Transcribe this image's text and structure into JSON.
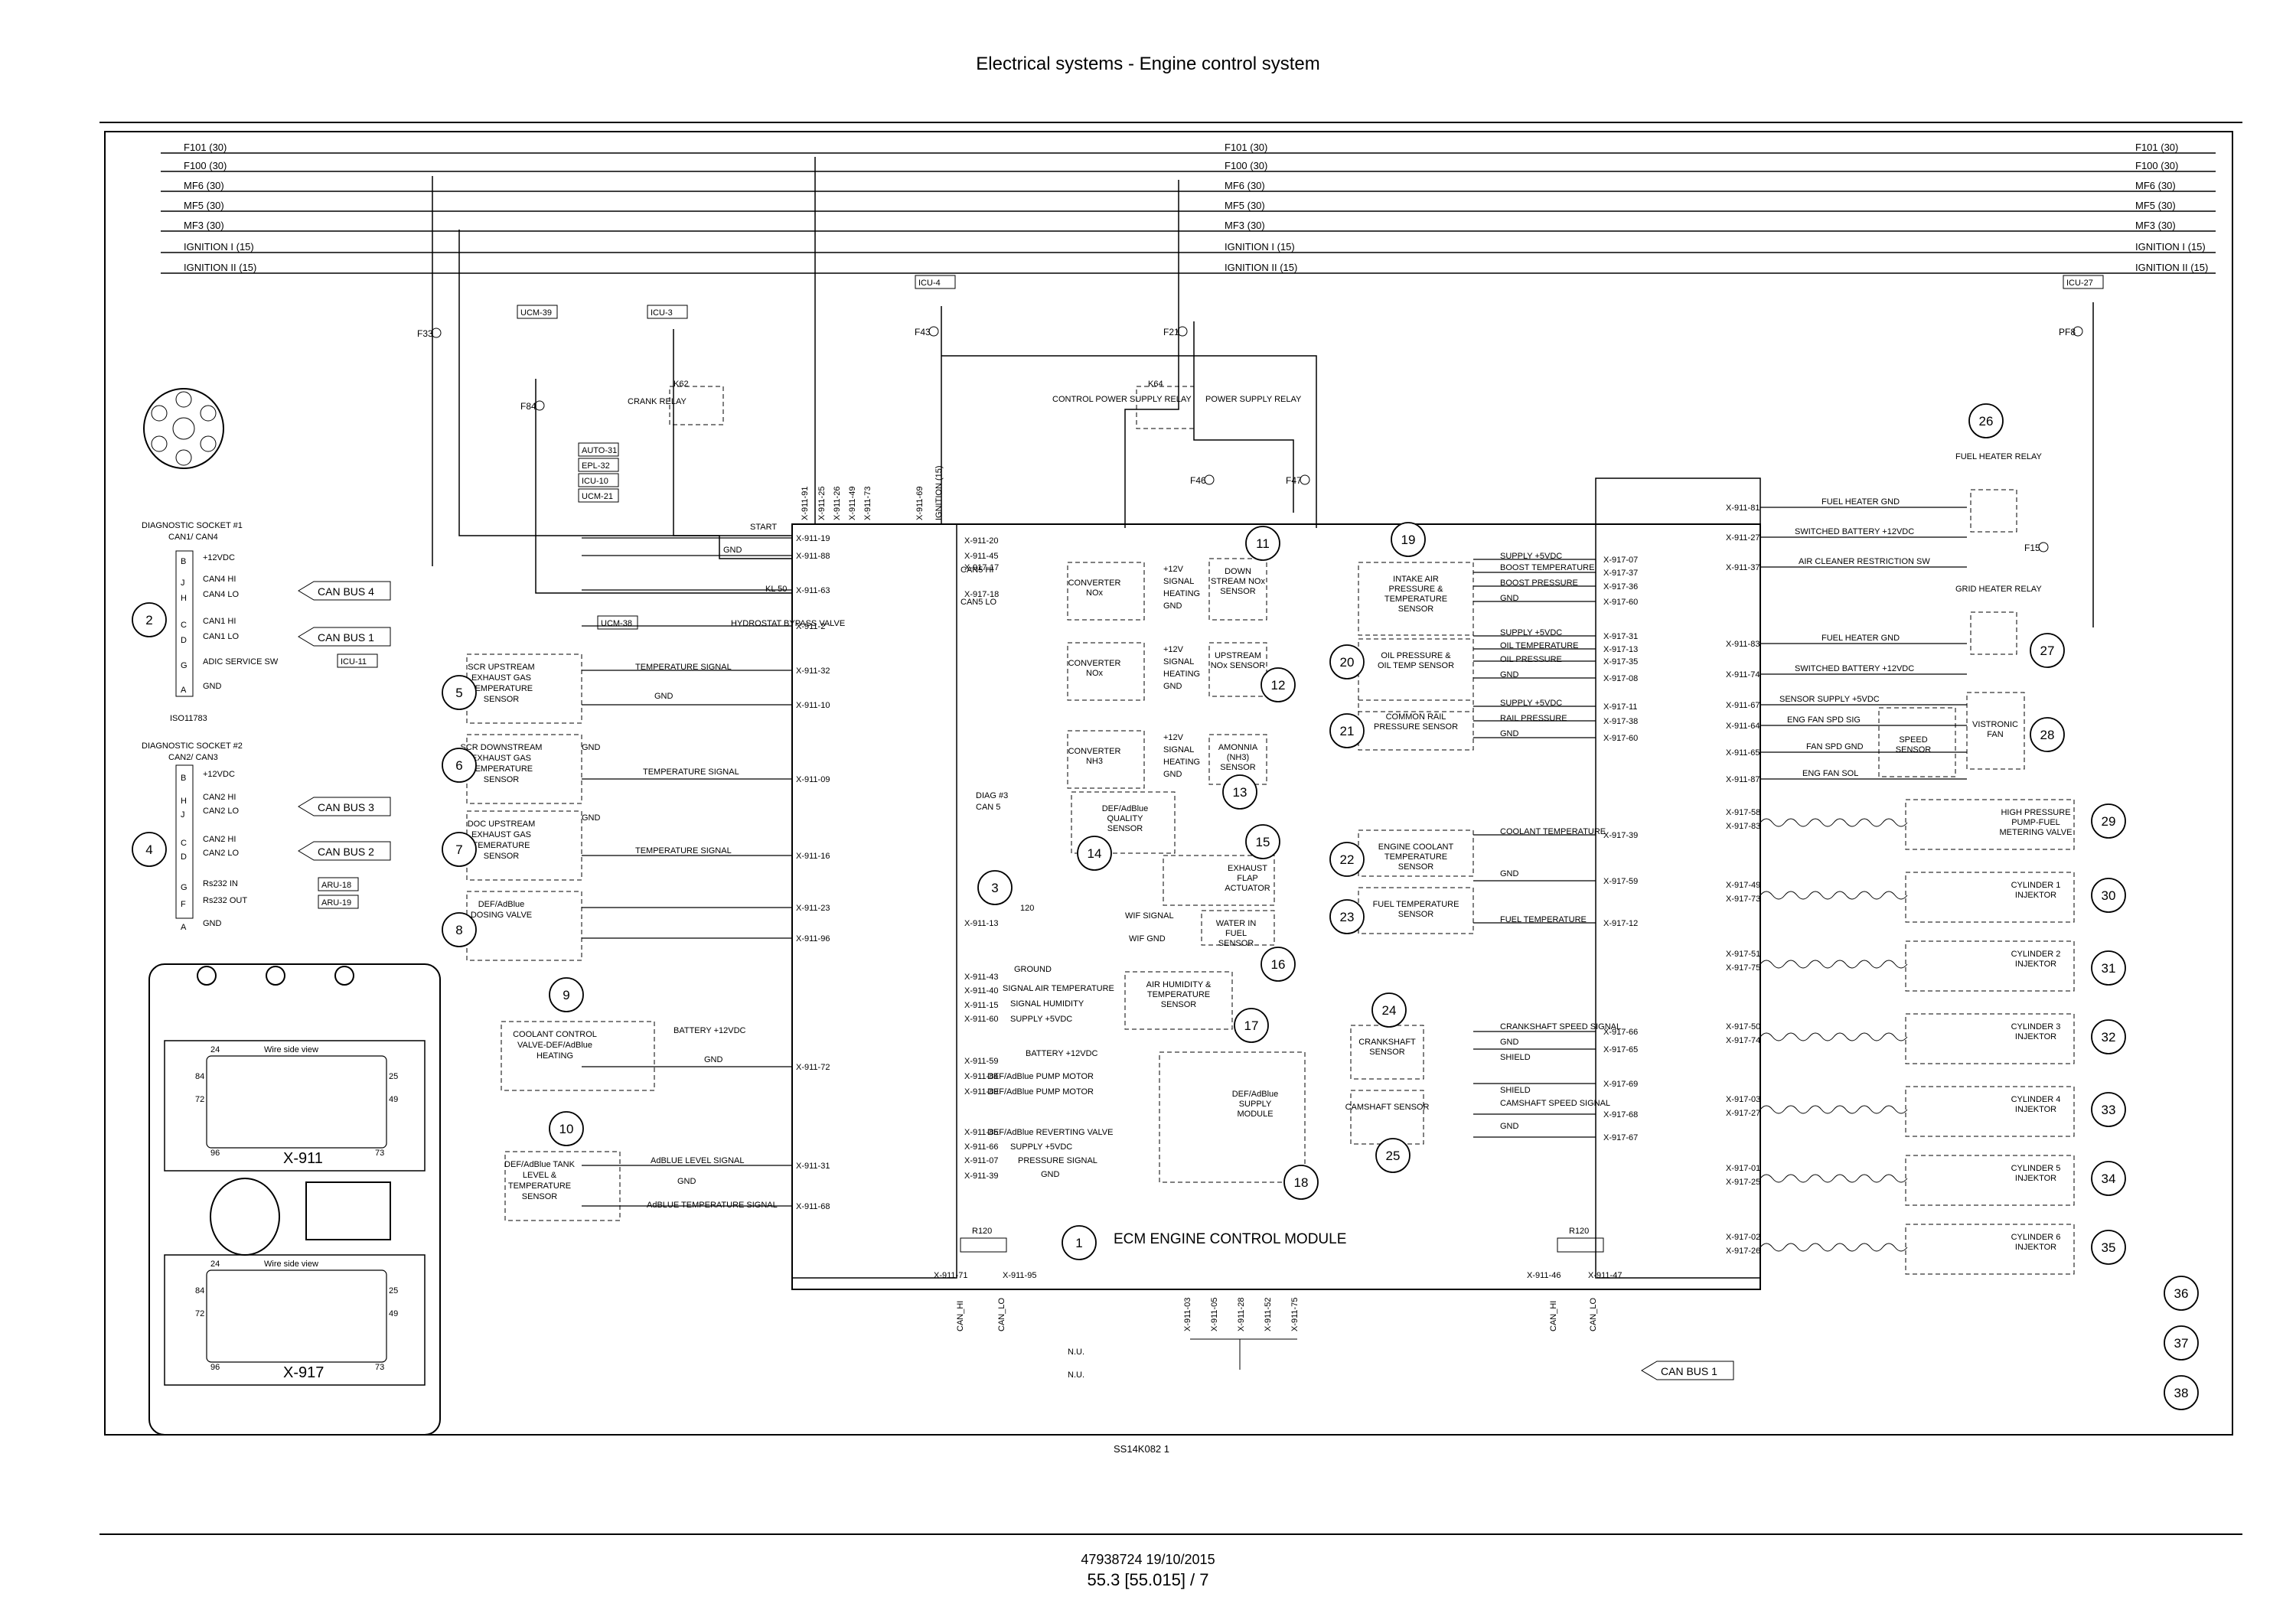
{
  "header": {
    "title": "Electrical systems - Engine control system"
  },
  "footer": {
    "ref_code": "SS14K082    1",
    "doc_code": "47938724 19/10/2015",
    "page_ref": "55.3 [55.015] / 7"
  },
  "bus_lines": [
    "F101 (30)",
    "F100 (30)",
    "MF6 (30)",
    "MF5 (30)",
    "MF3 (30)",
    "IGNITION I (15)",
    "IGNITION II (15)"
  ],
  "ecm_label": "ECM ENGINE CONTROL MODULE",
  "fuses": [
    "F33",
    "F84",
    "F43",
    "F21",
    "F46",
    "F47",
    "PF8",
    "F15"
  ],
  "relays": {
    "crank": "CRANK RELAY",
    "crank_id": "K62",
    "control_power": "CONTROL POWER SUPPLY RELAY",
    "power_supply": "POWER SUPPLY RELAY",
    "ps_id": "K64",
    "fuel_heater": "FUEL HEATER RELAY",
    "grid_heater": "GRID HEATER RELAY"
  },
  "tags": [
    "UCM-39",
    "ICU-3",
    "ICU-4",
    "ICU-27",
    "AUTO-31",
    "EPL-32",
    "ICU-10",
    "UCM-21",
    "UCM-38",
    "ICU-11",
    "ARU-18",
    "ARU-19"
  ],
  "diagnostic": {
    "socket1_title": "DIAGNOSTIC SOCKET #1",
    "socket1_sub": "CAN1/ CAN4",
    "socket2_title": "DIAGNOSTIC SOCKET #2",
    "socket2_sub": "CAN2/ CAN3",
    "iso": "ISO11783",
    "s1_pins": [
      "+12VDC",
      "CAN4 HI",
      "CAN4 LO",
      "CAN1 HI",
      "CAN1 LO",
      "ADIC SERVICE SW",
      "GND"
    ],
    "s2_pins": [
      "+12VDC",
      "CAN2 HI",
      "CAN2 LO",
      "CAN2 HI",
      "CAN2 LO",
      "Rs232 IN",
      "Rs232 OUT",
      "GND"
    ],
    "s1_letters": [
      "B",
      "J",
      "H",
      "C",
      "D",
      "G",
      "A"
    ],
    "s2_letters": [
      "B",
      "H",
      "J",
      "C",
      "D",
      "G",
      "F",
      "A"
    ]
  },
  "can_buses": [
    "CAN BUS 4",
    "CAN BUS 1",
    "CAN BUS 3",
    "CAN BUS 2",
    "CAN BUS 1"
  ],
  "left_signals": [
    "START",
    "GND",
    "KL 50",
    "HYDROSTAT BYPASS VALVE",
    "TEMPERATURE SIGNAL",
    "GND",
    "GND",
    "TEMPERATURE SIGNAL",
    "GND",
    "TEMPERATURE SIGNAL",
    "BATTERY +12VDC",
    "GND",
    "AdBLUE LEVEL SIGNAL",
    "GND",
    "AdBLUE TEMPERATURE SIGNAL"
  ],
  "left_pins": [
    "X-911-19",
    "X-911-88",
    "X-911-63",
    "X-911-2",
    "X-911-32",
    "X-911-10",
    "X-911-09",
    "X-911-16",
    "X-911-23",
    "X-911-96",
    "X-911-72",
    "X-911-31",
    "X-911-68"
  ],
  "left_components": {
    "c5": "SCR UPSTREAM EXHAUST GAS TEMPERATURE SENSOR",
    "c6": "SCR DOWNSTREAM EXHAUST GAS TEMPERATURE SENSOR",
    "c7": "DOC UPSTREAM EXHAUST GAS TEMERATURE SENSOR",
    "c8": "DEF/AdBlue DOSING VALVE",
    "c9": "COOLANT CONTROL VALVE-DEF/AdBlue HEATING",
    "c10": "DEF/AdBlue TANK LEVEL & TEMPERATURE SENSOR"
  },
  "top_pins": [
    "X-911-91",
    "X-911-25",
    "X-911-26",
    "X-911-49",
    "X-911-73",
    "X-911-69",
    "IGNITION (15)"
  ],
  "mid_pins": [
    "X-911-20",
    "X-911-45",
    "X-917-17",
    "X-917-18",
    "X-911-13",
    "X-911-43",
    "X-911-40",
    "X-911-15",
    "X-911-60",
    "X-911-59",
    "X-911-84",
    "X-911-89",
    "X-911-85",
    "X-911-66",
    "X-911-07",
    "X-911-39"
  ],
  "mid_signals": [
    "CAN5 HI",
    "CAN5 LO",
    "WIF SIGNAL",
    "WIF GND",
    "GROUND",
    "SIGNAL AIR TEMPERATURE",
    "SIGNAL HUMIDITY",
    "SUPPLY +5VDC",
    "BATTERY +12VDC",
    "DEF/AdBlue PUMP MOTOR",
    "DEF/AdBlue PUMP MOTOR",
    "DEF/AdBlue REVERTING VALVE",
    "SUPPLY +5VDC",
    "PRESSURE SIGNAL",
    "GND"
  ],
  "mid_components": {
    "c11": "DOWN STREAM NOx SENSOR",
    "c12": "UPSTREAM NOx SENSOR",
    "c13": "AMONNIA (NH3) SENSOR",
    "c14": "DEF/AdBlue QUALITY SENSOR",
    "c15": "EXHAUST FLAP ACTUATOR",
    "c16": "WATER IN FUEL SENSOR",
    "c17": "AIR HUMIDITY & TEMPERATURE SENSOR",
    "c18": "DEF/AdBlue SUPPLY MODULE",
    "conv_nox": "CONVERTER NOx",
    "conv_nh3": "CONVERTER NH3",
    "conv_pins": [
      "+12V",
      "SIGNAL",
      "HEATING",
      "GND"
    ],
    "diag3": "DIAG #3",
    "can5": "CAN 5",
    "r120": "120"
  },
  "right_components": {
    "c19": "INTAKE AIR PRESSURE & TEMPERATURE SENSOR",
    "c20": "OIL PRESSURE & OIL TEMP SENSOR",
    "c21": "COMMON RAIL PRESSURE SENSOR",
    "c22": "ENGINE COOLANT TEMPERATURE SENSOR",
    "c23": "FUEL TEMPERATURE SENSOR",
    "c24": "CRANKSHAFT SENSOR",
    "c25": "CAMSHAFT SENSOR"
  },
  "right_signals": [
    "SUPPLY +5VDC",
    "BOOST TEMPERATURE",
    "BOOST PRESSURE",
    "GND",
    "SUPPLY +5VDC",
    "OIL TEMPERATURE",
    "OIL PRESSURE",
    "GND",
    "SUPPLY +5VDC",
    "RAIL PRESSURE",
    "GND",
    "COOLANT TEMPERATURE",
    "GND",
    "FUEL TEMPERATURE",
    "CRANKSHAFT SPEED SIGNAL",
    "GND",
    "SHIELD",
    "SHIELD",
    "CAMSHAFT SPEED SIGNAL",
    "GND"
  ],
  "right_pins": [
    "X-917-07",
    "X-917-37",
    "X-917-36",
    "X-917-60",
    "X-917-31",
    "X-917-13",
    "X-917-35",
    "X-917-08",
    "X-917-11",
    "X-917-38",
    "X-917-60",
    "X-917-39",
    "X-917-59",
    "X-917-12",
    "X-917-66",
    "X-917-65",
    "X-917-69",
    "X-917-68",
    "X-917-67"
  ],
  "far_right": {
    "pins": [
      "X-911-81",
      "X-911-27",
      "X-911-37",
      "X-911-83",
      "X-911-74",
      "X-911-67",
      "X-911-64",
      "X-911-65",
      "X-911-87"
    ],
    "signals": [
      "FUEL HEATER GND",
      "SWITCHED BATTERY +12VDC",
      "AIR CLEANER RESTRICTION SW",
      "FUEL HEATER GND",
      "SWITCHED BATTERY +12VDC",
      "SENSOR SUPPLY +5VDC",
      "ENG FAN SPD SIG",
      "FAN SPD GND",
      "ENG FAN SOL"
    ],
    "speed_sensor": "SPEED SENSOR",
    "vistronic_fan": "VISTRONIC FAN",
    "injector_pins": [
      [
        "X-917-58",
        "X-917-83"
      ],
      [
        "X-917-49",
        "X-917-73"
      ],
      [
        "X-917-51",
        "X-917-75"
      ],
      [
        "X-917-50",
        "X-917-74"
      ],
      [
        "X-917-03",
        "X-917-27"
      ],
      [
        "X-917-01",
        "X-917-25"
      ],
      [
        "X-917-02",
        "X-917-26"
      ]
    ],
    "injectors": [
      "HIGH PRESSURE PUMP-FUEL METERING VALVE",
      "CYLINDER 1 INJEKTOR",
      "CYLINDER 2 INJEKTOR",
      "CYLINDER 3 INJEKTOR",
      "CYLINDER 4 INJEKTOR",
      "CYLINDER 5 INJEKTOR",
      "CYLINDER 6 INJEKTOR"
    ]
  },
  "bottom": {
    "r120": "R120",
    "left_pins": [
      "X-911-71",
      "X-911-95"
    ],
    "left_labels": [
      "CAN_HI",
      "CAN_LO"
    ],
    "nu": [
      "N.U.",
      "N.U."
    ],
    "ground_pins": [
      "X-911-03",
      "X-911-05",
      "X-911-28",
      "X-911-52",
      "X-911-75"
    ],
    "right_pins": [
      "X-911-46",
      "X-911-47"
    ],
    "right_labels": [
      "CAN_HI",
      "CAN_LO"
    ]
  },
  "connector_views": {
    "label": "Wire side view",
    "x911": "X-911",
    "x917": "X-917",
    "pins": [
      "24",
      "84",
      "72",
      "96",
      "25",
      "49",
      "73",
      "24",
      "84",
      "72",
      "96",
      "25",
      "49",
      "73"
    ]
  },
  "numbers": [
    "1",
    "2",
    "3",
    "4",
    "5",
    "6",
    "7",
    "8",
    "9",
    "10",
    "11",
    "12",
    "13",
    "14",
    "15",
    "16",
    "17",
    "18",
    "19",
    "20",
    "21",
    "22",
    "23",
    "24",
    "25",
    "26",
    "27",
    "28",
    "29",
    "30",
    "31",
    "32",
    "33",
    "34",
    "35",
    "36",
    "37",
    "38"
  ]
}
